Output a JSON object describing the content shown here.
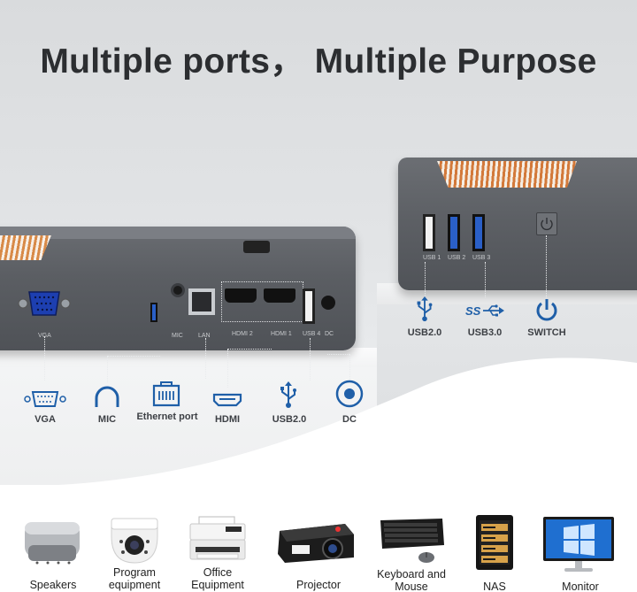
{
  "title": "Multiple ports， Multiple Purpose",
  "left_panel_port_prints": [
    "VGA",
    "MIC",
    "LAN",
    "HDMI 2",
    "HDMI 1",
    "USB 4",
    "DC"
  ],
  "right_panel_port_prints": [
    "USB 1",
    "USB 2",
    "USB 3"
  ],
  "left_ports": [
    {
      "icon": "vga-icon",
      "label": "VGA"
    },
    {
      "icon": "headphone-icon",
      "label": "MIC"
    },
    {
      "icon": "ethernet-icon",
      "label": "Ethernet port"
    },
    {
      "icon": "hdmi-icon",
      "label": "HDMI"
    },
    {
      "icon": "usb-icon",
      "label": "USB2.0"
    },
    {
      "icon": "dc-power-icon",
      "label": "DC"
    }
  ],
  "right_ports": [
    {
      "icon": "usb-icon",
      "label": "USB2.0"
    },
    {
      "icon": "superspeed-usb-icon",
      "label": "USB3.0",
      "glyph": "SS"
    },
    {
      "icon": "power-icon",
      "label": "SWITCH"
    }
  ],
  "devices": [
    {
      "icon": "speaker-icon",
      "label": "Speakers"
    },
    {
      "icon": "camera-icon",
      "label": "Program equipment"
    },
    {
      "icon": "printer-icon",
      "label": "Office Equipment"
    },
    {
      "icon": "projector-icon",
      "label": "Projector"
    },
    {
      "icon": "keyboard-mouse-icon",
      "label": "Keyboard and Mouse"
    },
    {
      "icon": "nas-icon",
      "label": "NAS"
    },
    {
      "icon": "monitor-icon",
      "label": "Monitor"
    }
  ],
  "colors": {
    "title": "#2c2e31",
    "chassis": "#5b5e63",
    "vent_copper": "#d88a48",
    "icon_blue": "#1f5fa8",
    "usb3_blue": "#2a5fc7"
  }
}
